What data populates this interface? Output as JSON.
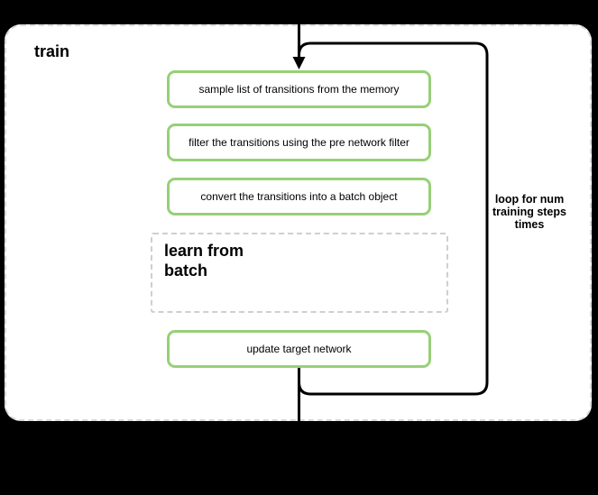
{
  "diagram": {
    "title": "train",
    "steps": [
      {
        "label": "sample list of transitions from the memory"
      },
      {
        "label": "filter the transitions using the pre network filter"
      },
      {
        "label": "convert the transitions into a batch object"
      },
      {
        "label": "update target network"
      }
    ],
    "sub_activity": {
      "label": "learn from batch"
    },
    "loop_annotation": {
      "lines": [
        "loop for num",
        "training steps",
        "times"
      ]
    },
    "colors": {
      "background": "#000000",
      "container_fill": "#ffffff",
      "container_border": "#d9d9d9",
      "step_border": "#97d077",
      "sub_activity_border": "#cfcfcf",
      "loop_stroke": "#000000",
      "text": "#000000"
    }
  }
}
